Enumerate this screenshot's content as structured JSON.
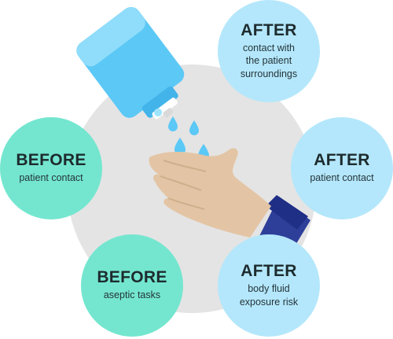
{
  "colors": {
    "before_circle": "#74e6cf",
    "after_circle": "#b4e7fb",
    "background_disc": "#e4e4e4",
    "bottle": "#5cc8f6",
    "drops": "#5cc8f6",
    "skin": "#e3c5a5",
    "sleeve": "#2e3f9a"
  },
  "moments": [
    {
      "id": "after-surroundings",
      "type": "after",
      "heading": "AFTER",
      "lines": [
        "contact with",
        "the patient",
        "surroundings"
      ]
    },
    {
      "id": "before-patient",
      "type": "before",
      "heading": "BEFORE",
      "lines": [
        "patient contact"
      ]
    },
    {
      "id": "after-patient",
      "type": "after",
      "heading": "AFTER",
      "lines": [
        "patient contact"
      ]
    },
    {
      "id": "before-aseptic",
      "type": "before",
      "heading": "BEFORE",
      "lines": [
        "aseptic tasks"
      ]
    },
    {
      "id": "after-fluid",
      "type": "after",
      "heading": "AFTER",
      "lines": [
        "body fluid",
        "exposure risk"
      ]
    }
  ],
  "icons": [
    "sanitizer-bottle-icon",
    "water-drop-icon",
    "hand-icon"
  ]
}
